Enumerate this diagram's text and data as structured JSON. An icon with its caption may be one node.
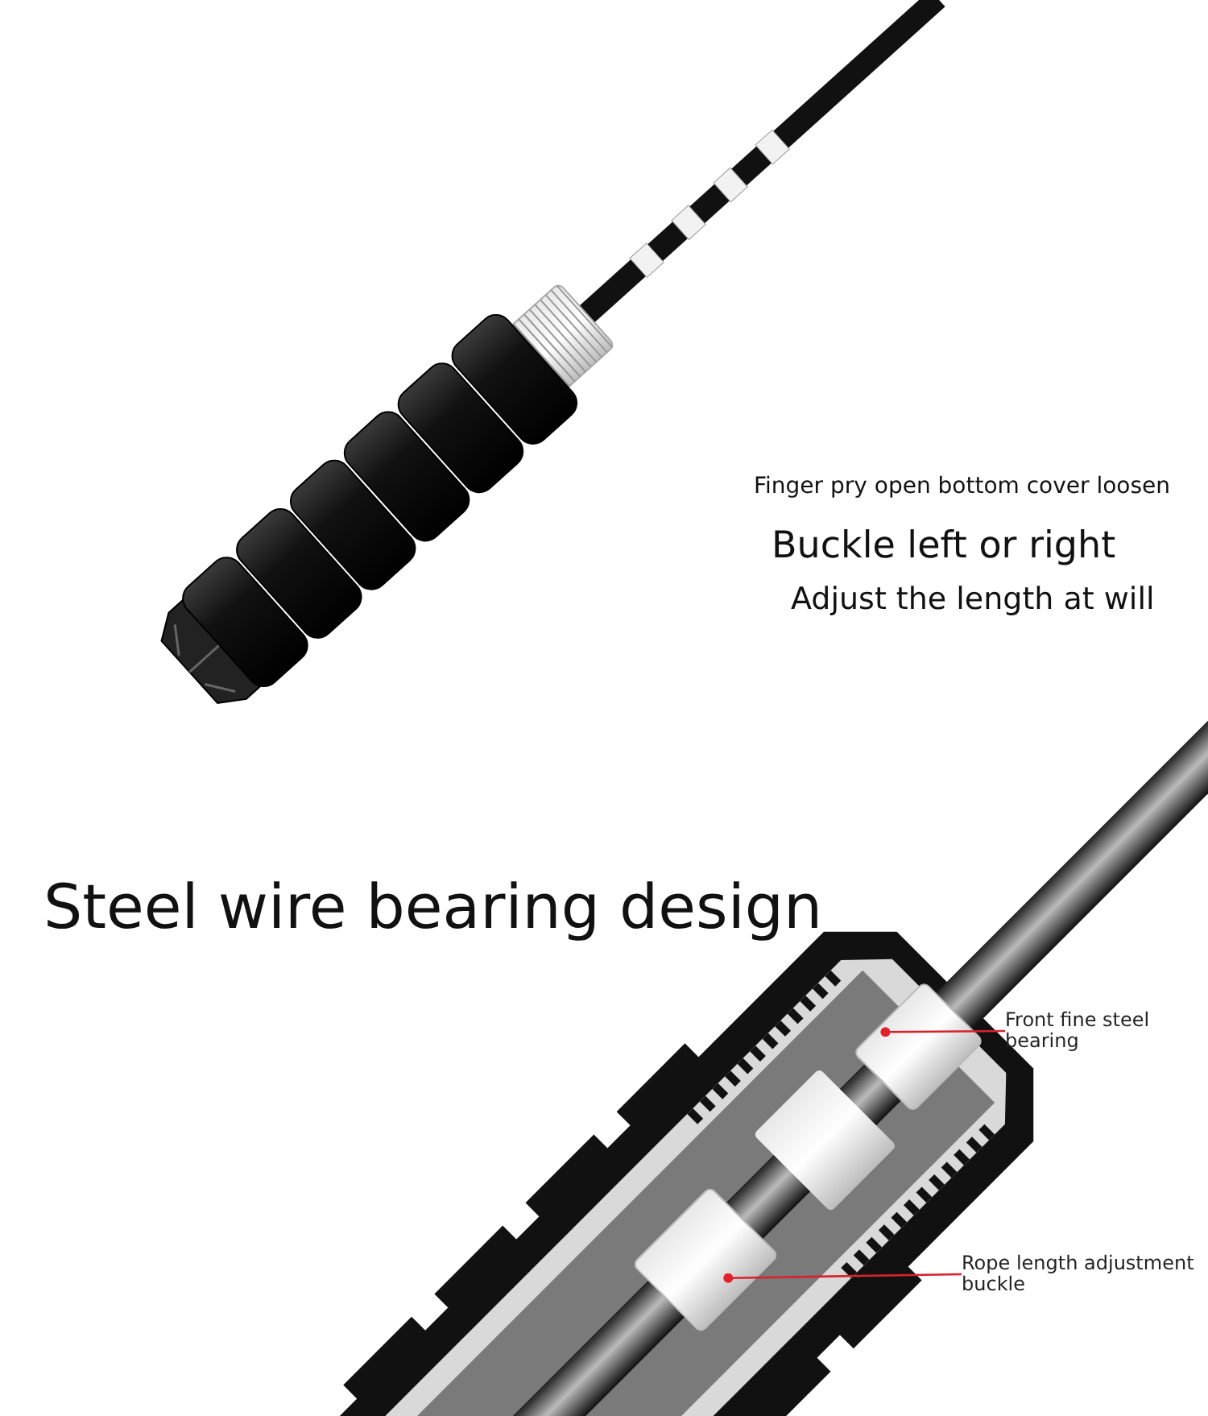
{
  "diagram": {
    "title": "Steel wire bearing design",
    "nodes": [
      {
        "text": [
          "Front fine steel bearing"
        ]
      },
      {
        "text": [],
        "shape": "cylinder"
      },
      {
        "text": [
          "Rope length adjustment buckle"
        ]
      },
      {
        "text": [],
        "shape": "cylinder"
      }
    ],
    "edges": [
      {
        "from": 0,
        "to": 1,
        "arrow": "other"
      },
      {
        "from": 2,
        "to": 3,
        "arrow": "other"
      }
    ],
    "labels": [
      "Finger pry open bottom cover loosen",
      "Buckle left or right",
      "Adjust the length at will"
    ]
  }
}
